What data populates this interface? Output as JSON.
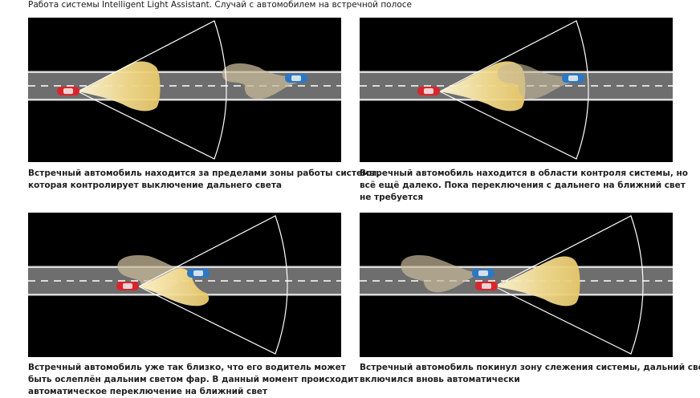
{
  "title": "Работа системы Intelligent Light Assistant. Случай с автомобилем на встречной полосе",
  "panels": [
    {
      "caption": [
        "Встречный автомобиль находится за пределами зоны работы системы,",
        "которая контролирует выключение дальнего света"
      ]
    },
    {
      "caption": [
        "Встречный автомобиль находится в области контроля системы, но",
        "всё ещё далеко. Пока переключения с дальнего на ближний свет",
        "не требуется"
      ]
    },
    {
      "caption": [
        "Встречный автомобиль уже так близко, что его водитель может",
        "быть ослеплён дальним светом фар. В данный момент происходит",
        "автоматическое переключение на ближний свет"
      ]
    },
    {
      "caption": [
        "Встречный автомобиль покинул зону слежения системы, дальний свет",
        "включился вновь автоматически"
      ]
    }
  ],
  "colors": {
    "panel_bg": "#000000",
    "road": "#6e6e6e",
    "lane_marking": "#ffffff",
    "own_car": "#d8262d",
    "oncoming_car": "#2a78c8",
    "own_beam": "#f1d98b",
    "oncoming_beam": "#c7b99a",
    "sensor_zone": "#ffffff"
  }
}
